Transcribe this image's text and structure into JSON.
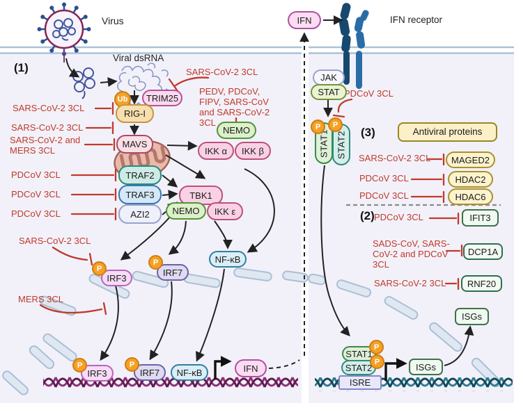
{
  "labels": {
    "virus": "Virus",
    "viral_dsrna": "Viral dsRNA",
    "ifn_receptor": "IFN receptor",
    "antiviral_proteins": "Antiviral proteins",
    "section1": "(1)",
    "section2": "(2)",
    "section3": "(3)"
  },
  "nodes": {
    "ub": "Ub",
    "trim25": "TRIM25",
    "rig_i": "RIG-I",
    "mavs": "MAVS",
    "traf2": "TRAF2",
    "traf3": "TRAF3",
    "azi2": "AZI2",
    "tbk1": "TBK1",
    "nemo": "NEMO",
    "ikk_alpha": "IKK α",
    "ikk_beta": "IKK β",
    "ikk_epsilon": "IKK ε",
    "irf3": "IRF3",
    "irf7": "IRF7",
    "nfkb": "NF-κB",
    "ifn": "IFN",
    "jak": "JAK",
    "stat": "STAT",
    "stat1": "STAT1",
    "stat2": "STAT2",
    "isre": "ISRE",
    "isgs": "ISGs",
    "p": "P",
    "maged2": "MAGED2",
    "hdac2": "HDAC2",
    "hdac6": "HDAC6",
    "ifit3": "IFIT3",
    "dcp1a": "DCP1A",
    "rnf20": "RNF20"
  },
  "inhibitors": {
    "rig1": "SARS-CoV-2  3CL",
    "rig2": "SARS-CoV-2  3CL",
    "mavs": "SARS-CoV-2  and MERS 3CL",
    "traf2": "PDCoV 3CL",
    "traf3": "PDCoV 3CL",
    "azi2": "PDCoV 3CL",
    "trim25": "SARS-CoV-2  3CL",
    "nemo": "PEDV, PDCoV, FIPV, SARS-CoV and SARS-CoV-2  3CL",
    "irf3": "SARS-CoV-2  3CL",
    "irf3_nuclear": "MERS  3CL",
    "stat": "PDCoV 3CL",
    "maged2": "SARS-CoV-2  3CL",
    "hdac2": "PDCoV  3CL",
    "hdac6": "PDCoV  3CL",
    "ifit3": "PDCoV  3CL",
    "dcp1a": "SADS-CoV, SARS-CoV-2 and PDCoV 3CL",
    "rnf20": "SARS-CoV-2  3CL"
  },
  "colors": {
    "inhibitor_red": "#c0392b",
    "membrane_blue": "#a9c3d6",
    "cell_fill": "#f2f1f9",
    "dna_left_dark": "#5f1b4f",
    "dna_left_light": "#8e2f77",
    "dna_right_dark": "#11485a",
    "dna_right_light": "#2e7d8c",
    "phospho_orange": "#f5a125",
    "receptor_dark": "#17486f",
    "receptor_light": "#2a6da6"
  }
}
